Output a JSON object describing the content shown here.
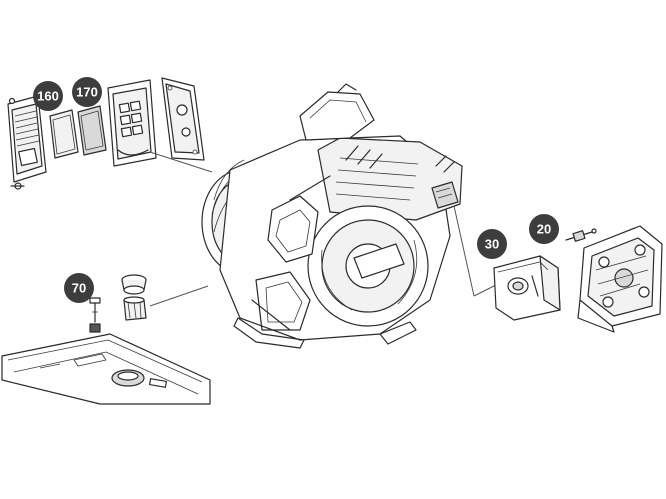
{
  "callouts": [
    {
      "id": "callout-160",
      "label": "160"
    },
    {
      "id": "callout-170",
      "label": "170"
    },
    {
      "id": "callout-70",
      "label": "70"
    },
    {
      "id": "callout-30",
      "label": "30"
    },
    {
      "id": "callout-20",
      "label": "20"
    }
  ],
  "colors": {
    "badge": "#3d3d3d",
    "badge_text": "#ffffff",
    "line": "#2b2b2b"
  }
}
